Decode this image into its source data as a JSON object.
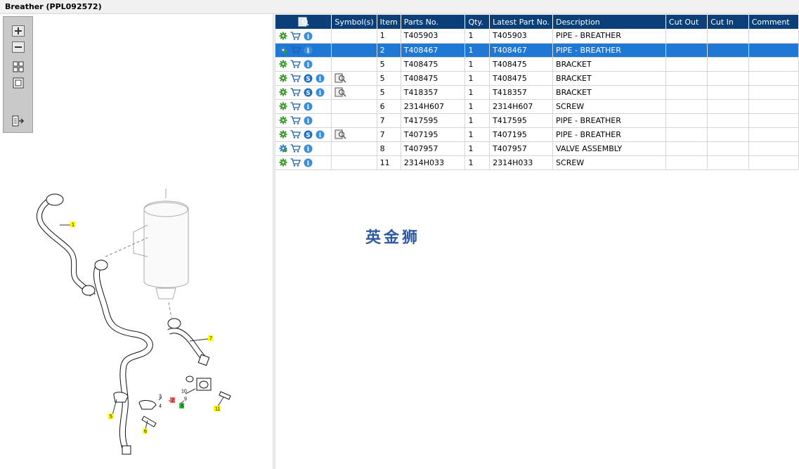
{
  "window": {
    "title": "Breather (PPL092572)"
  },
  "toolbar": {
    "buttons": [
      "zoom-in",
      "zoom-out",
      "fit-all",
      "fit-window",
      "export"
    ]
  },
  "table": {
    "columns": [
      "Symbol(s)",
      "Item",
      "Parts No.",
      "Qty.",
      "Latest Part No.",
      "Description",
      "Cut Out",
      "Cut In",
      "Comment"
    ],
    "rows": [
      {
        "item": "1",
        "part_no": "T405903",
        "qty": "1",
        "latest": "T405903",
        "desc": "PIPE - BREATHER",
        "s_icon": false,
        "symbol": false,
        "selected": false,
        "gear": "green"
      },
      {
        "item": "2",
        "part_no": "T408467",
        "qty": "1",
        "latest": "T408467",
        "desc": "PIPE - BREATHER",
        "s_icon": false,
        "symbol": false,
        "selected": true,
        "gear": "mixed"
      },
      {
        "item": "5",
        "part_no": "T408475",
        "qty": "1",
        "latest": "T408475",
        "desc": "BRACKET",
        "s_icon": false,
        "symbol": false,
        "selected": false,
        "gear": "green"
      },
      {
        "item": "5",
        "part_no": "T408475",
        "qty": "1",
        "latest": "T408475",
        "desc": "BRACKET",
        "s_icon": true,
        "symbol": true,
        "selected": false,
        "gear": "green"
      },
      {
        "item": "5",
        "part_no": "T418357",
        "qty": "1",
        "latest": "T418357",
        "desc": "BRACKET",
        "s_icon": true,
        "symbol": true,
        "selected": false,
        "gear": "green"
      },
      {
        "item": "6",
        "part_no": "2314H607",
        "qty": "1",
        "latest": "2314H607",
        "desc": "SCREW",
        "s_icon": false,
        "symbol": false,
        "selected": false,
        "gear": "green"
      },
      {
        "item": "7",
        "part_no": "T417595",
        "qty": "1",
        "latest": "T417595",
        "desc": "PIPE - BREATHER",
        "s_icon": false,
        "symbol": false,
        "selected": false,
        "gear": "green"
      },
      {
        "item": "7",
        "part_no": "T407195",
        "qty": "1",
        "latest": "T407195",
        "desc": "PIPE - BREATHER",
        "s_icon": true,
        "symbol": true,
        "selected": false,
        "gear": "green"
      },
      {
        "item": "8",
        "part_no": "T407957",
        "qty": "1",
        "latest": "T407957",
        "desc": "VALVE ASSEMBLY",
        "s_icon": false,
        "symbol": false,
        "selected": false,
        "gear": "mixed"
      },
      {
        "item": "11",
        "part_no": "2314H033",
        "qty": "1",
        "latest": "2314H033",
        "desc": "SCREW",
        "s_icon": false,
        "symbol": false,
        "selected": false,
        "gear": "green"
      }
    ]
  },
  "watermark": "英金狮",
  "diagram": {
    "callouts": [
      {
        "text": "1",
        "color": "#ffff00"
      },
      {
        "text": "7",
        "color": "#ffff00"
      },
      {
        "text": "2",
        "color": "#ff6666"
      },
      {
        "text": "3",
        "color": "none"
      },
      {
        "text": "4",
        "color": "none"
      },
      {
        "text": "5",
        "color": "#ffff00"
      },
      {
        "text": "6",
        "color": "#ffff00"
      },
      {
        "text": "8",
        "color": "#33cc33"
      },
      {
        "text": "9",
        "color": "none"
      },
      {
        "text": "10",
        "color": "none"
      },
      {
        "text": "11",
        "color": "#ffff00"
      }
    ]
  },
  "colors": {
    "header_bg": "#0a3f7a",
    "selected_row": "#1e78d4",
    "toolbar_bg": "#c9c9c9"
  }
}
